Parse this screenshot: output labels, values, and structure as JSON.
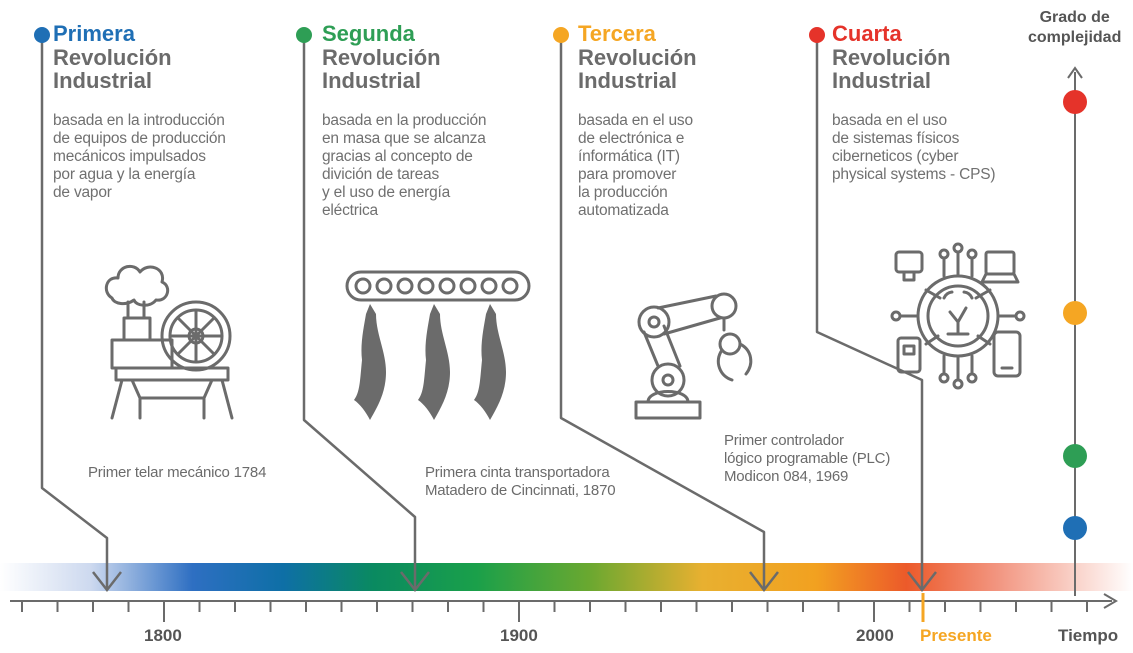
{
  "revolutions": [
    {
      "title": "Primera",
      "subtitle": "Revolución\nIndustrial",
      "color": "#1f6fb5",
      "description": "basada en la introducción\nde equipos de producción\nmecánicos impulsados\npor agua y la energía\nde vapor",
      "caption": "Primer telar mecánico 1784",
      "icon": "steam-engine-icon"
    },
    {
      "title": "Segunda",
      "subtitle": "Revolución\nIndustrial",
      "color": "#2e9e55",
      "description": "basada en la producción\nen masa que se alcanza\ngracias al concepto de\ndivición de tareas\ny el uso de energía\neléctrica",
      "caption": "Primera cinta transportadora\nMatadero de Cincinnati, 1870",
      "icon": "conveyor-belt-icon"
    },
    {
      "title": "Tercera",
      "subtitle": "Revolución\nIndustrial",
      "color": "#f5a623",
      "description": "basada en el uso\nde electrónica e\nínformática (IT)\npara promover\nla producción\nautomatizada",
      "caption": "Primer controlador\nlógico programable (PLC)\nModicon 084, 1969",
      "icon": "robot-arm-icon"
    },
    {
      "title": "Cuarta",
      "subtitle": "Revolución\nIndustrial",
      "color": "#e5332a",
      "description": "basada en el uso\nde sistemas físicos\nciberneticos (cyber\nphysical systems - CPS)",
      "caption": "",
      "icon": "cyber-physical-icon"
    }
  ],
  "complexity_axis": {
    "label": "Grado de\ncomplejidad"
  },
  "time_axis": {
    "label": "Tiempo",
    "ticks": [
      {
        "label": "1800"
      },
      {
        "label": "1900"
      },
      {
        "label": "2000"
      }
    ],
    "present_label": "Presente",
    "present_color": "#f5a623"
  },
  "colors": {
    "line": "#6b6b6b",
    "blue": "#1f6fb5",
    "green": "#2e9e55",
    "orange": "#f5a623",
    "red": "#e5332a"
  }
}
